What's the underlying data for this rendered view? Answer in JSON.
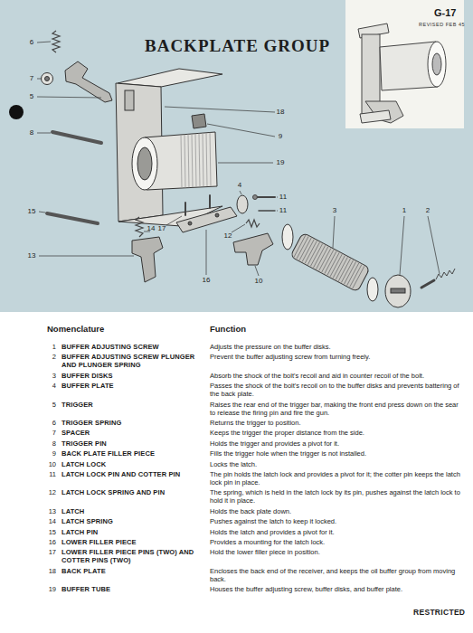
{
  "diagram": {
    "title": "BACKPLATE GROUP",
    "labels": [
      "G-17",
      "REVISED FEB 45",
      "6",
      "7",
      "5",
      "8",
      "15",
      "13",
      "18",
      "9",
      "19",
      "4",
      "11",
      "11",
      "17",
      "14",
      "12",
      "16",
      "10",
      "3",
      "1",
      "2",
      "Nomenclature",
      "Function",
      "1",
      "BUFFER ADJUSTING SCREW",
      "Adjusts the pressure on the buffer disks.",
      "2",
      "BUFFER ADJUSTING SCREW PLUNGER AND PLUNGER SPRING",
      "Prevent the buffer adjusting screw from turning freely.",
      "3",
      "BUFFER DISKS",
      "Absorb the shock of the bolt's recoil and aid in counter recoil of the bolt.",
      "4",
      "BUFFER PLATE",
      "Passes the shock of the bolt's recoil on to the buffer disks and prevents battering of the back plate.",
      "5",
      "TRIGGER",
      "Raises the rear end of the trigger bar, making the front end press down on the sear to release the firing pin and fire the gun.",
      "6",
      "TRIGGER SPRING",
      "Returns the trigger to position.",
      "7",
      "SPACER",
      "Keeps the trigger the proper distance from the side.",
      "8",
      "TRIGGER PIN",
      "Holds the trigger and provides a pivot for it.",
      "9",
      "BACK PLATE FILLER PIECE",
      "Fills the trigger hole when the trigger is not installed.",
      "10",
      "LATCH LOCK",
      "Locks the latch.",
      "11",
      "LATCH LOCK PIN AND COTTER PIN",
      "The pin holds the latch lock and provides a pivot for it; the cotter pin keeps the latch lock pin in place.",
      "12",
      "LATCH LOCK SPRING AND PIN",
      "The spring, which is held in the latch lock by its pin, pushes against the latch lock to hold it in place.",
      "13",
      "LATCH",
      "Holds the back plate down.",
      "14",
      "LATCH SPRING",
      "Pushes against the latch to keep it locked.",
      "15",
      "LATCH PIN",
      "Holds the latch and provides a pivot for it.",
      "16",
      "LOWER FILLER PIECE",
      "Provides a mounting for the latch lock.",
      "17",
      "LOWER FILLER PIECE PINS (TWO) AND COTTER PINS (TWO)",
      "Hold the lower filler piece in position.",
      "18",
      "BACK PLATE",
      "Encloses the back end of the receiver, and keeps the oil buffer group from moving back.",
      "19",
      "BUFFER TUBE",
      "Houses the buffer adjusting screw, buffer disks, and buffer plate.",
      "RESTRICTED"
    ]
  }
}
